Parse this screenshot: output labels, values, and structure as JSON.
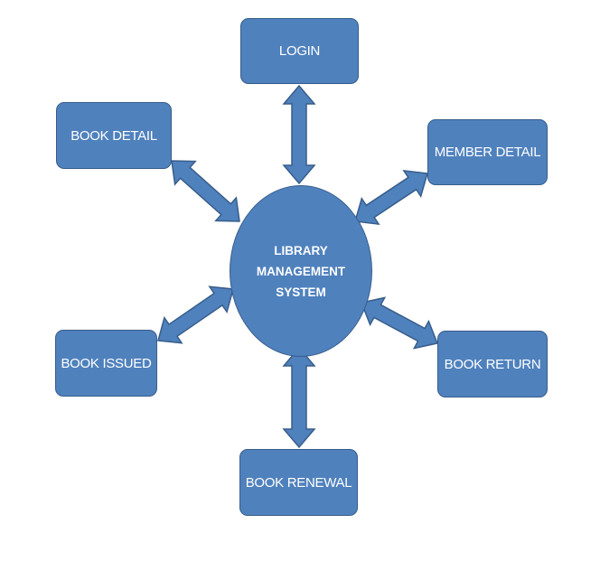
{
  "center": {
    "lines": [
      "LIBRARY",
      "MANAGEMENT",
      "SYSTEM"
    ]
  },
  "nodes": [
    {
      "id": "login",
      "label": "LOGIN"
    },
    {
      "id": "book-detail",
      "label": "BOOK DETAIL"
    },
    {
      "id": "member-detail",
      "label": "MEMBER DETAIL"
    },
    {
      "id": "book-issued",
      "label": "BOOK ISSUED"
    },
    {
      "id": "book-return",
      "label": "BOOK RETURN"
    },
    {
      "id": "book-renewal",
      "label": "BOOK RENEWAL"
    }
  ],
  "colors": {
    "fill": "#4f81bd",
    "stroke": "#385d8a",
    "text": "#ffffff"
  }
}
